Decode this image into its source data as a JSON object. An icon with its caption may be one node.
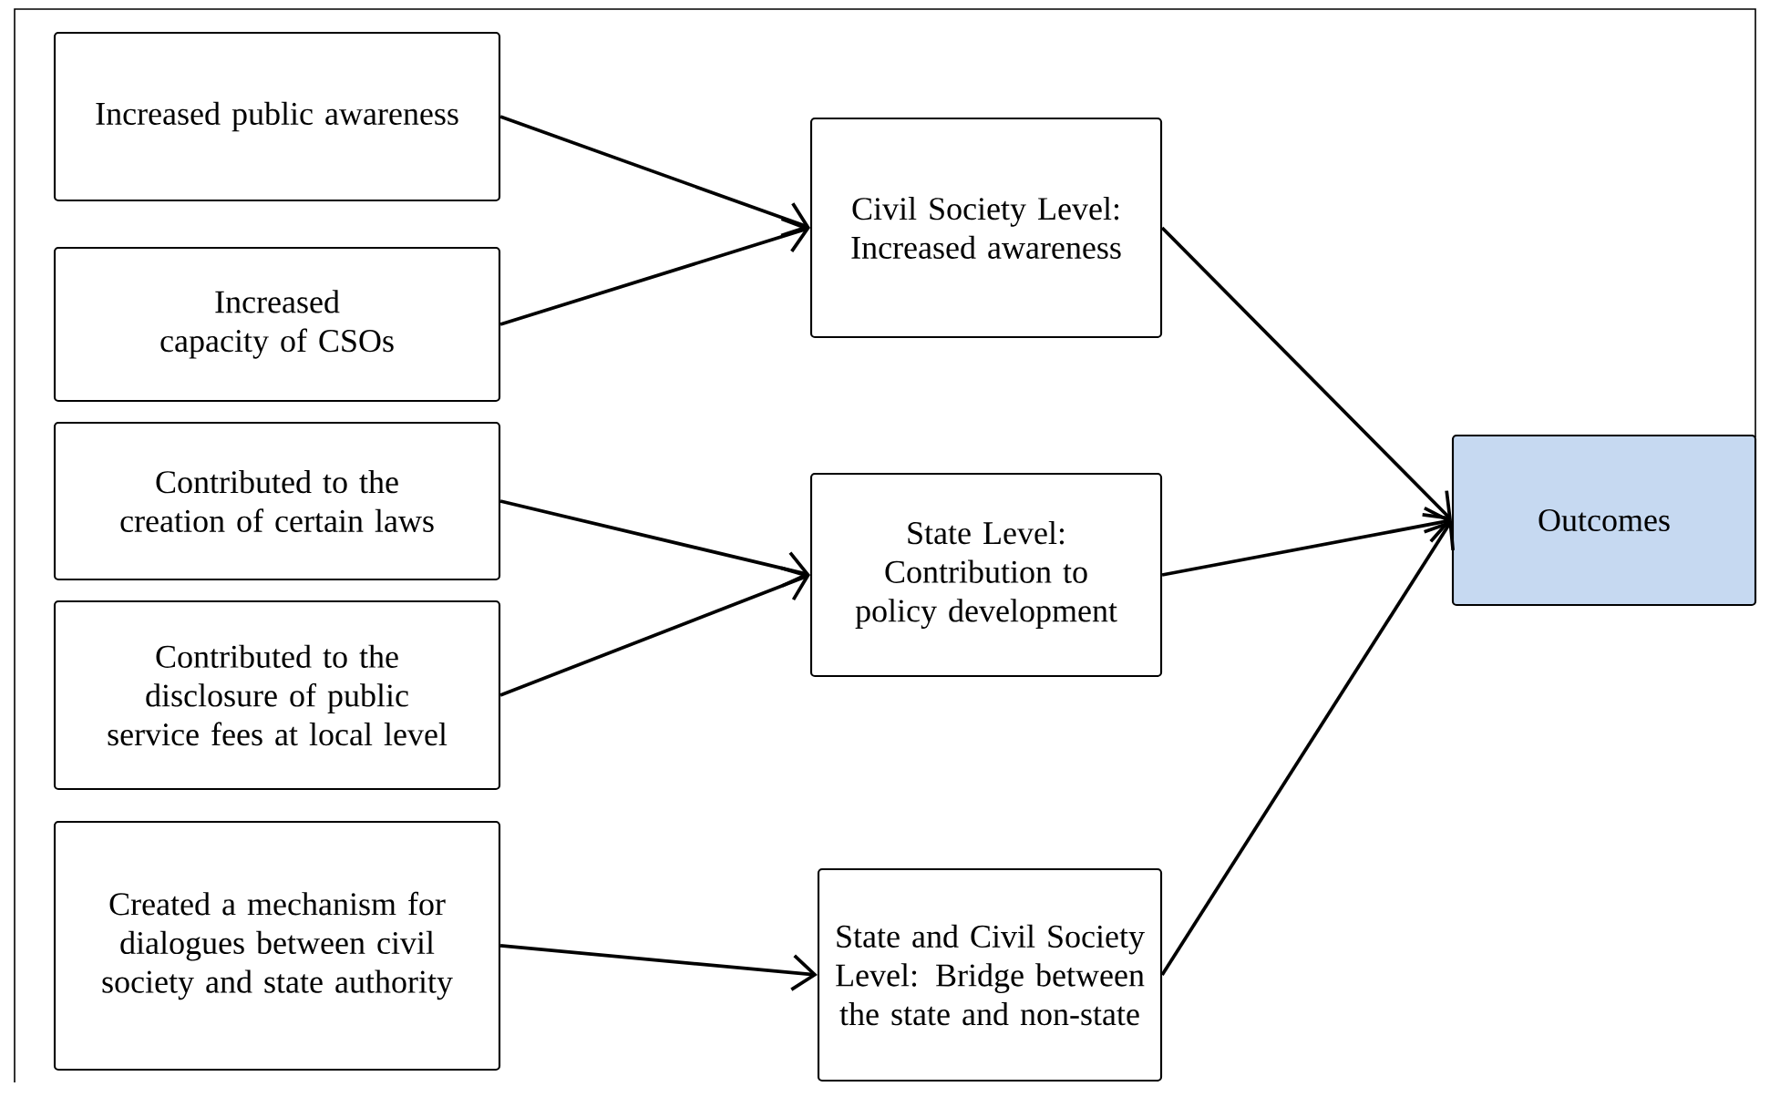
{
  "diagram": {
    "nodes": [
      {
        "text": [
          "Increased public awareness"
        ]
      },
      {
        "text": [
          "Increased capacity of CSOs"
        ]
      },
      {
        "text": [
          "Contributed to the creation of certain laws"
        ]
      },
      {
        "text": [
          "Contributed to the disclosure of public service fees at local level"
        ]
      },
      {
        "text": [
          "Created a mechanism for dialogues between civil society and state authority"
        ]
      },
      {
        "text": [
          "Civil Society Level: Increased awareness"
        ]
      },
      {
        "text": [
          "State Level: Contribution to policy development"
        ]
      },
      {
        "text": [
          "State and Civil Society Level: Bridge between the state and non-state"
        ]
      },
      {
        "text": [
          "Outcomes"
        ]
      }
    ],
    "edges": [
      {
        "from": 0,
        "to": 5,
        "arrow": "to"
      },
      {
        "from": 1,
        "to": 5,
        "arrow": "to"
      },
      {
        "from": 2,
        "to": 6,
        "arrow": "to"
      },
      {
        "from": 3,
        "to": 6,
        "arrow": "to"
      },
      {
        "from": 4,
        "to": 7,
        "arrow": "to"
      },
      {
        "from": 5,
        "to": 8,
        "arrow": "to"
      },
      {
        "from": 6,
        "to": 8,
        "arrow": "to"
      },
      {
        "from": 7,
        "to": 8,
        "arrow": "to"
      }
    ]
  }
}
